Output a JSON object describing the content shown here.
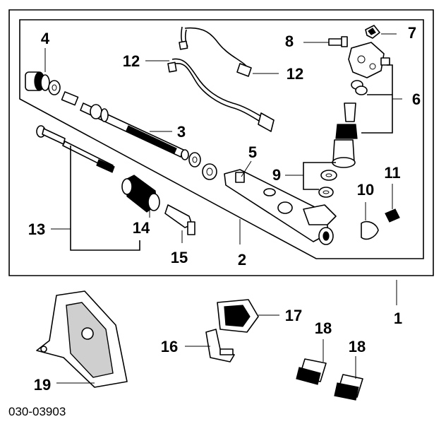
{
  "diagram": {
    "catalog_code": "030-03903",
    "labels": {
      "p1": "1",
      "p2": "2",
      "p3": "3",
      "p4": "4",
      "p5": "5",
      "p6": "6",
      "p7": "7",
      "p8": "8",
      "p9": "9",
      "p10": "10",
      "p11": "11",
      "p12a": "12",
      "p12b": "12",
      "p13": "13",
      "p14": "14",
      "p15": "15",
      "p16": "16",
      "p17": "17",
      "p18a": "18",
      "p18b": "18",
      "p19": "19"
    },
    "colors": {
      "ink": "#000000",
      "paper": "#ffffff",
      "shade": "#cfcfcf"
    }
  }
}
